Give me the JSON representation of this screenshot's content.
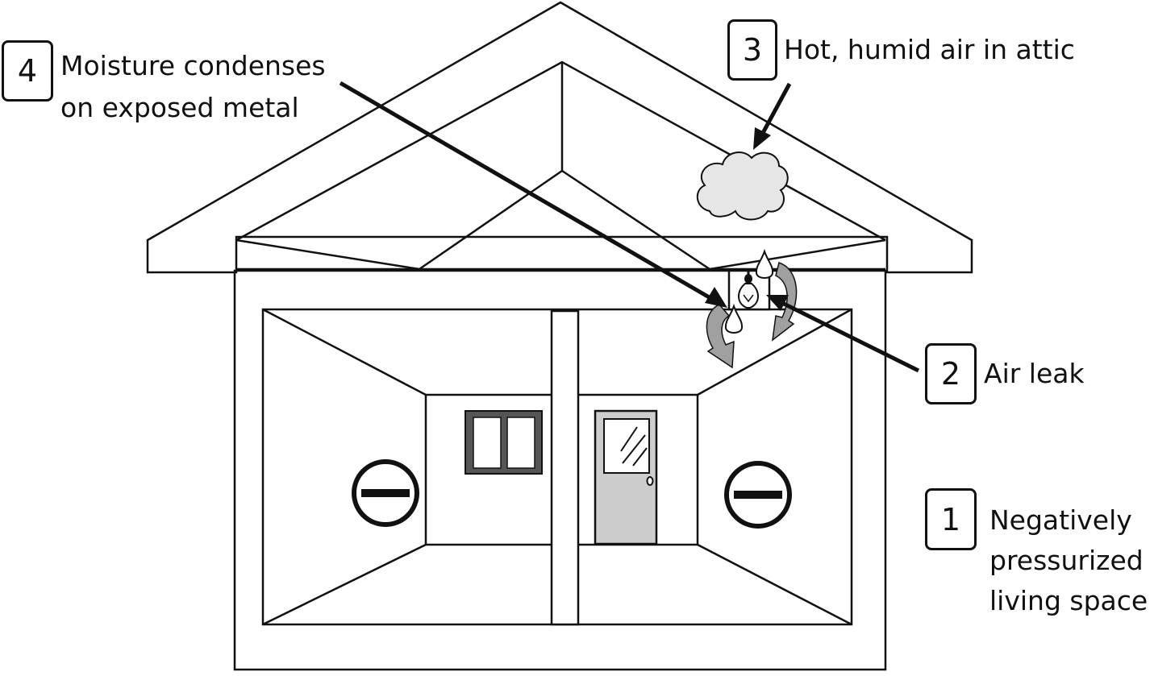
{
  "callouts": {
    "c1": {
      "number": "1",
      "lines": [
        "Negatively",
        "pressurized",
        "living space"
      ]
    },
    "c2": {
      "number": "2",
      "lines": [
        "Air leak"
      ]
    },
    "c3": {
      "number": "3",
      "lines": [
        "Hot, humid air in attic"
      ]
    },
    "c4": {
      "number": "4",
      "lines": [
        "Moisture condenses",
        "on exposed metal"
      ]
    }
  },
  "icons": {
    "pressure_symbols": [
      "minus-in-circle-icon",
      "minus-in-circle-icon"
    ],
    "droplets": [
      "water-drop-icon",
      "water-drop-icon"
    ],
    "fixture": "light-bulb-icon",
    "cloud": "cloud-icon",
    "flow_arrows": [
      "curved-arrow-icon",
      "curved-arrow-icon"
    ]
  },
  "colors": {
    "line": "#111111",
    "door_fill": "#cccccc",
    "window_frame": "#555555",
    "cloud_fill": "#e6e6e6",
    "flow_arrow_fill": "#a0a0a0"
  }
}
